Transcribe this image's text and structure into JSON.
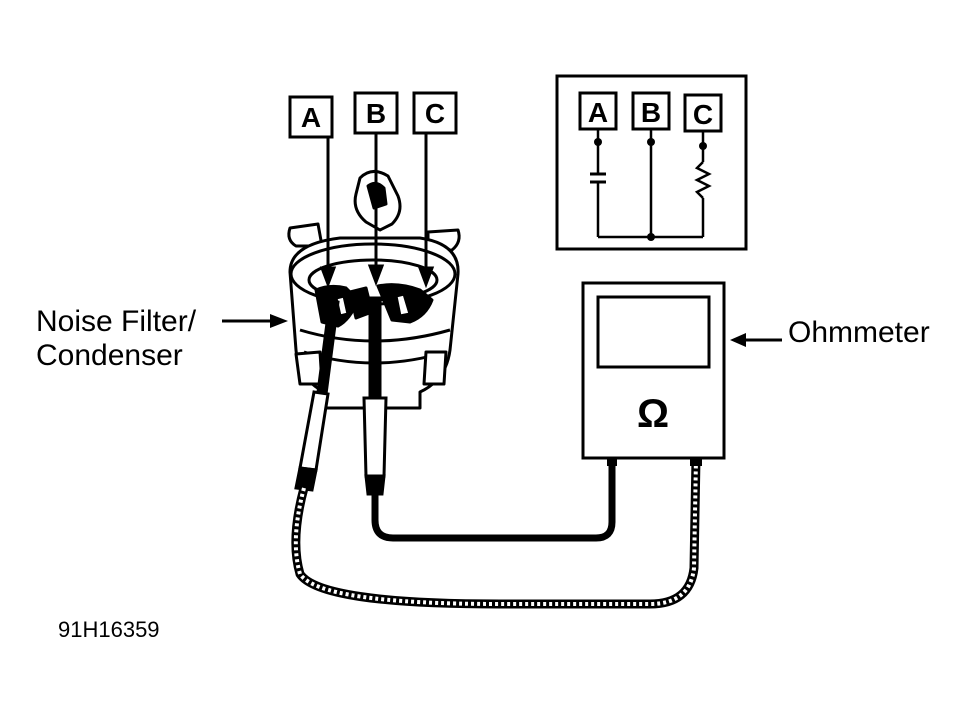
{
  "probe_labels": [
    "A",
    "B",
    "C"
  ],
  "schematic_labels": [
    "A",
    "B",
    "C"
  ],
  "callouts": {
    "noise_filter_line1": "Noise Filter/",
    "noise_filter_line2": "Condenser",
    "ohmmeter": "Ohmmeter"
  },
  "meter_symbol": "Ω",
  "figure_code": "91H16359"
}
